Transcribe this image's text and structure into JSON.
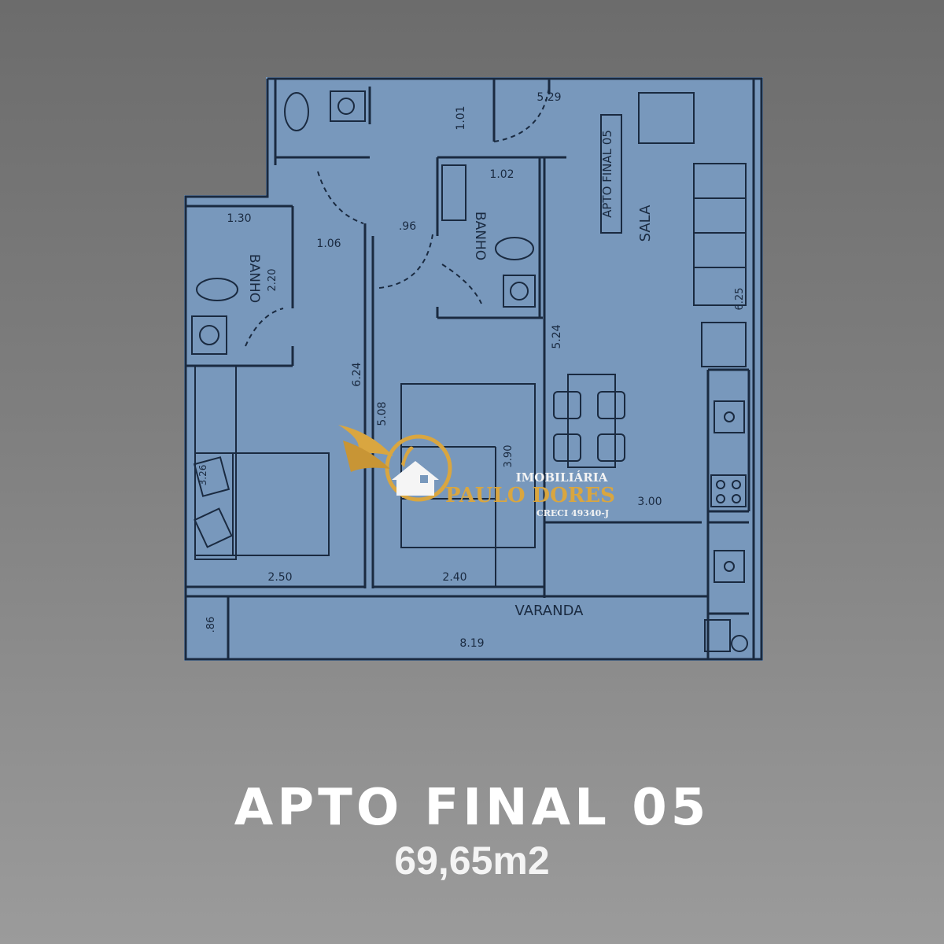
{
  "plan": {
    "title": "APTO FINAL 05",
    "area": "69,65m2",
    "rooms": {
      "sala": "SALA",
      "banho_1": "BANHO",
      "banho_2": "BANHO",
      "varanda": "VARANDA",
      "unit_tag": "APTO FINAL 05"
    },
    "dimensions": {
      "d_529": "5.29",
      "d_101": "1.01",
      "d_102": "1.02",
      "d_130": "1.30",
      "d_106": "1.06",
      "d_096": ".96",
      "d_220": "2.20",
      "d_524": "5.24",
      "d_625": "6.25",
      "d_624": "6.24",
      "d_508": "5.08",
      "d_390": "3.90",
      "d_326": "3.26",
      "d_300": "3.00",
      "d_250": "2.50",
      "d_240": "2.40",
      "d_086": ".86",
      "d_819": "8.19"
    },
    "colors": {
      "plan_fill": "#7898bc",
      "line": "#1a2a40",
      "gold": "#d9a640"
    }
  },
  "watermark": {
    "line1": "IMOBILIÁRIA",
    "line2": "PAULO DORES",
    "line3": "CRECI 49340-J",
    "icon": "eagle-house-logo"
  }
}
